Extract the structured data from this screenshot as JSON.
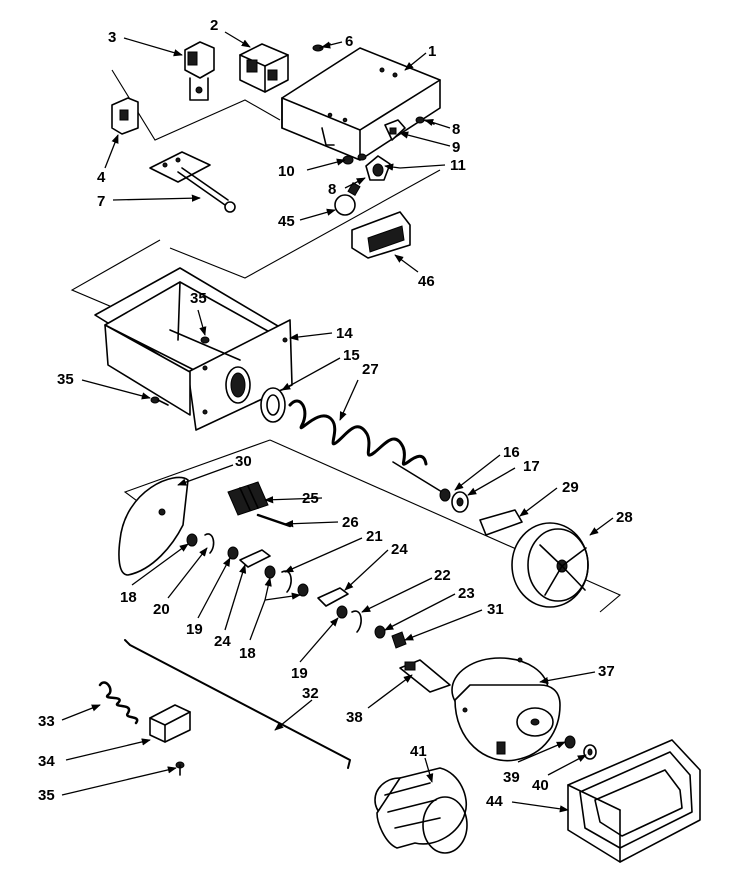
{
  "callouts": [
    {
      "id": "1",
      "label": "1"
    },
    {
      "id": "2",
      "label": "2"
    },
    {
      "id": "3",
      "label": "3"
    },
    {
      "id": "4",
      "label": "4"
    },
    {
      "id": "6",
      "label": "6"
    },
    {
      "id": "7",
      "label": "7"
    },
    {
      "id": "8a",
      "label": "8"
    },
    {
      "id": "8b",
      "label": "8"
    },
    {
      "id": "9",
      "label": "9"
    },
    {
      "id": "10",
      "label": "10"
    },
    {
      "id": "11",
      "label": "11"
    },
    {
      "id": "45",
      "label": "45"
    },
    {
      "id": "46",
      "label": "46"
    },
    {
      "id": "35a",
      "label": "35"
    },
    {
      "id": "14",
      "label": "14"
    },
    {
      "id": "15",
      "label": "15"
    },
    {
      "id": "27",
      "label": "27"
    },
    {
      "id": "35b",
      "label": "35"
    },
    {
      "id": "16",
      "label": "16"
    },
    {
      "id": "17",
      "label": "17"
    },
    {
      "id": "30",
      "label": "30"
    },
    {
      "id": "25",
      "label": "25"
    },
    {
      "id": "29",
      "label": "29"
    },
    {
      "id": "26",
      "label": "26"
    },
    {
      "id": "28",
      "label": "28"
    },
    {
      "id": "21",
      "label": "21"
    },
    {
      "id": "24a",
      "label": "24"
    },
    {
      "id": "22",
      "label": "22"
    },
    {
      "id": "23",
      "label": "23"
    },
    {
      "id": "31",
      "label": "31"
    },
    {
      "id": "18a",
      "label": "18"
    },
    {
      "id": "20",
      "label": "20"
    },
    {
      "id": "19a",
      "label": "19"
    },
    {
      "id": "24b",
      "label": "24"
    },
    {
      "id": "18b",
      "label": "18"
    },
    {
      "id": "19b",
      "label": "19"
    },
    {
      "id": "37",
      "label": "37"
    },
    {
      "id": "32",
      "label": "32"
    },
    {
      "id": "33",
      "label": "33"
    },
    {
      "id": "38",
      "label": "38"
    },
    {
      "id": "34",
      "label": "34"
    },
    {
      "id": "41",
      "label": "41"
    },
    {
      "id": "39",
      "label": "39"
    },
    {
      "id": "40",
      "label": "40"
    },
    {
      "id": "44",
      "label": "44"
    },
    {
      "id": "35c",
      "label": "35"
    }
  ]
}
